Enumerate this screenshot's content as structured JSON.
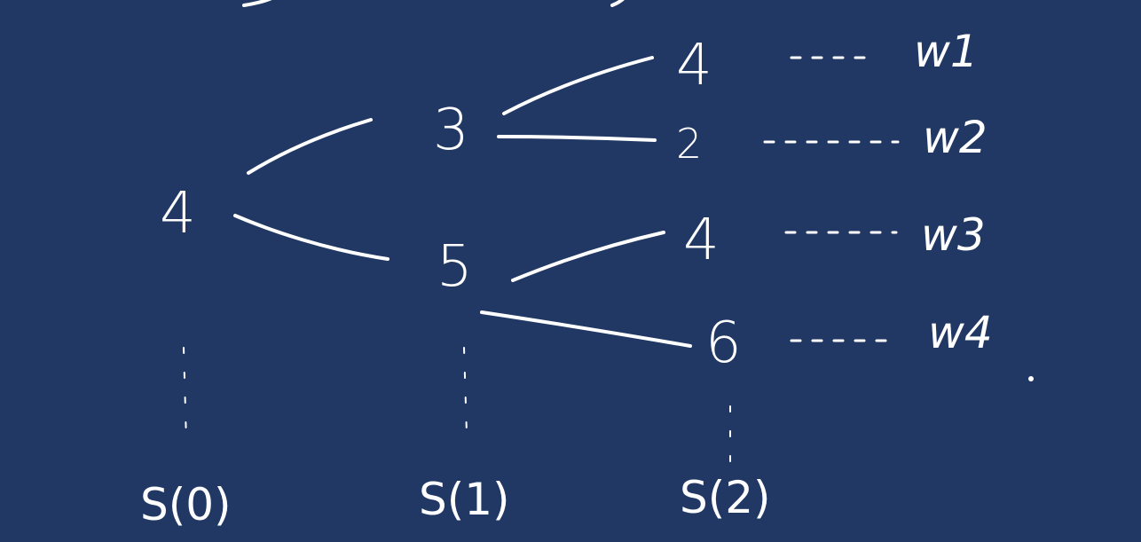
{
  "background_color": "#213865",
  "ink_color": "#ffffff",
  "tree": {
    "root": {
      "label": "4"
    },
    "level1": [
      {
        "label": "3"
      },
      {
        "label": "5"
      }
    ],
    "level2": [
      {
        "label": "4",
        "weight": "w1"
      },
      {
        "label": "2",
        "weight": "w2"
      },
      {
        "label": "4",
        "weight": "w3"
      },
      {
        "label": "6",
        "weight": "w4"
      }
    ]
  },
  "stages": [
    {
      "label": "S(0)"
    },
    {
      "label": "S(1)"
    },
    {
      "label": "S(2)"
    }
  ]
}
